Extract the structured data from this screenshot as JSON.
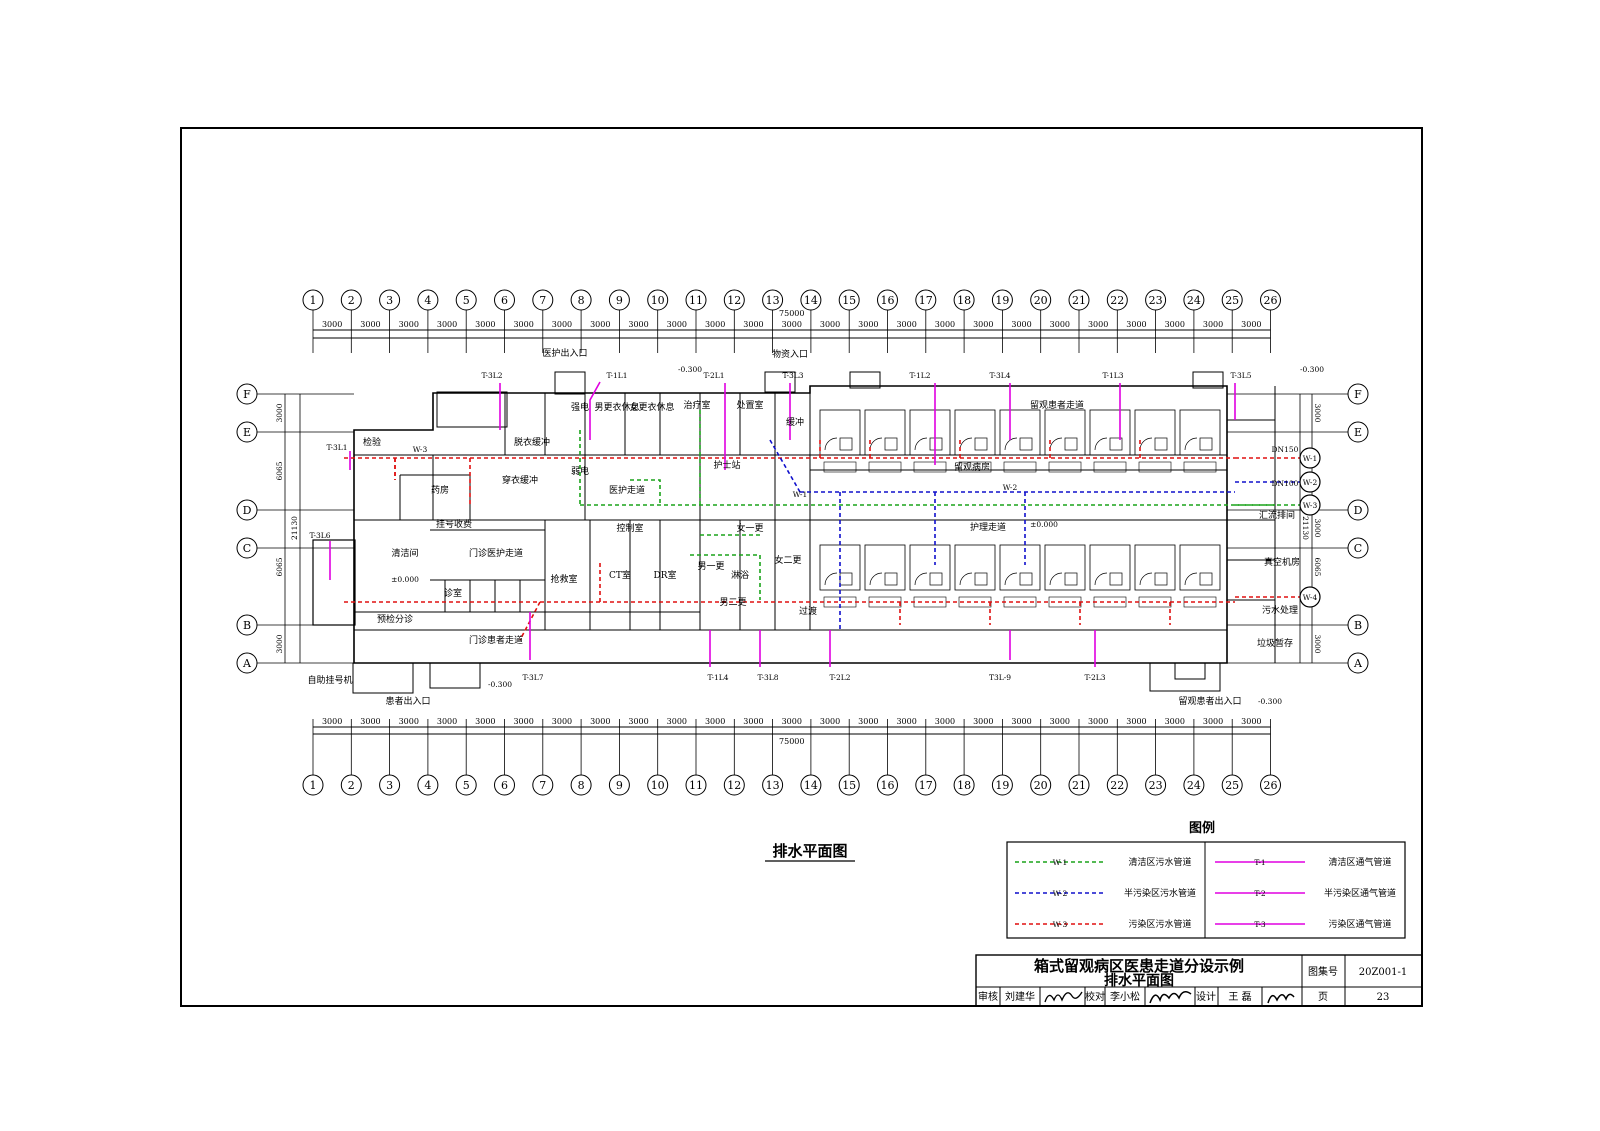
{
  "drawing": {
    "plan_title": "排水平面图",
    "total_dimension": "75000",
    "bay_dimension": "3000",
    "x_axes": [
      "1",
      "2",
      "3",
      "4",
      "5",
      "6",
      "7",
      "8",
      "9",
      "10",
      "11",
      "12",
      "13",
      "14",
      "15",
      "16",
      "17",
      "18",
      "19",
      "20",
      "21",
      "22",
      "23",
      "24",
      "25",
      "26"
    ],
    "y_axes": [
      "A",
      "B",
      "C",
      "D",
      "E",
      "F"
    ],
    "y_dims_left": [
      "3000",
      "6065",
      "21130",
      "6065",
      "3000"
    ],
    "y_dims_right": [
      "3000",
      "6065",
      "21130",
      "3000",
      "6065",
      "3000"
    ],
    "entrances": {
      "staff": "医护出入口",
      "supply": "物资入口",
      "patient": "患者出入口",
      "observed_patient": "留观患者出入口"
    },
    "elevations": [
      "-0.300",
      "±0.000"
    ],
    "room_labels": [
      "检验",
      "药房",
      "挂号收费",
      "清洁间",
      "诊室",
      "预检分诊",
      "门诊医护走道",
      "门诊患者走道",
      "穿衣缓冲",
      "脱衣缓冲",
      "强电",
      "弱电",
      "男更衣休息",
      "女更衣休息",
      "治疗室",
      "处置室",
      "护士站",
      "医护走道",
      "控制室",
      "CT室",
      "DR室",
      "抢救室",
      "男一更",
      "男二更",
      "女一更",
      "女二更",
      "淋浴",
      "缓冲",
      "过渡",
      "护理走道",
      "留观患者走道",
      "留观病房",
      "汇流排间",
      "真空机房",
      "污水处理",
      "垃圾暂存",
      "自助挂号机"
    ],
    "pipe_tags": [
      "T-3L1",
      "T-3L2",
      "T-1L1",
      "T-2L1",
      "T-3L3",
      "T-1L2",
      "T-3L4",
      "T-1L3",
      "T-3L5",
      "T-3L6",
      "T-3L7",
      "T-1L4",
      "T-3L8",
      "T-2L2",
      "T3L-9",
      "T-2L3",
      "W-1",
      "W-2",
      "W-3",
      "DN150",
      "DN100"
    ],
    "outfalls": [
      "W-1",
      "W-2",
      "W-3",
      "W-4"
    ],
    "colors": {
      "w1": "#1aa31a",
      "w2": "#1010cc",
      "w3": "#e01010",
      "t_pipe": "#e000e0"
    }
  },
  "legend": {
    "title": "图例",
    "items": [
      {
        "tag": "W-1",
        "desc": "清洁区污水管道",
        "color": "#1aa31a",
        "style": "dashed"
      },
      {
        "tag": "W-2",
        "desc": "半污染区污水管道",
        "color": "#1010cc",
        "style": "dashed"
      },
      {
        "tag": "W-3",
        "desc": "污染区污水管道",
        "color": "#e01010",
        "style": "dashed"
      },
      {
        "tag": "T-1",
        "desc": "清洁区通气管道",
        "color": "#e000e0",
        "style": "solid"
      },
      {
        "tag": "T-2",
        "desc": "半污染区通气管道",
        "color": "#e000e0",
        "style": "solid"
      },
      {
        "tag": "T-3",
        "desc": "污染区通气管道",
        "color": "#e000e0",
        "style": "solid"
      }
    ]
  },
  "title_block": {
    "title_line1": "箱式留观病区医患走道分设示例",
    "title_line2": "排水平面图",
    "atlas_label": "图集号",
    "atlas_no": "20Z001-1",
    "review_label": "审核",
    "reviewer": "刘建华",
    "check_label": "校对",
    "checker": "李小松",
    "design_label": "设计",
    "designer": "王 磊",
    "page_label": "页",
    "page_no": "23"
  }
}
